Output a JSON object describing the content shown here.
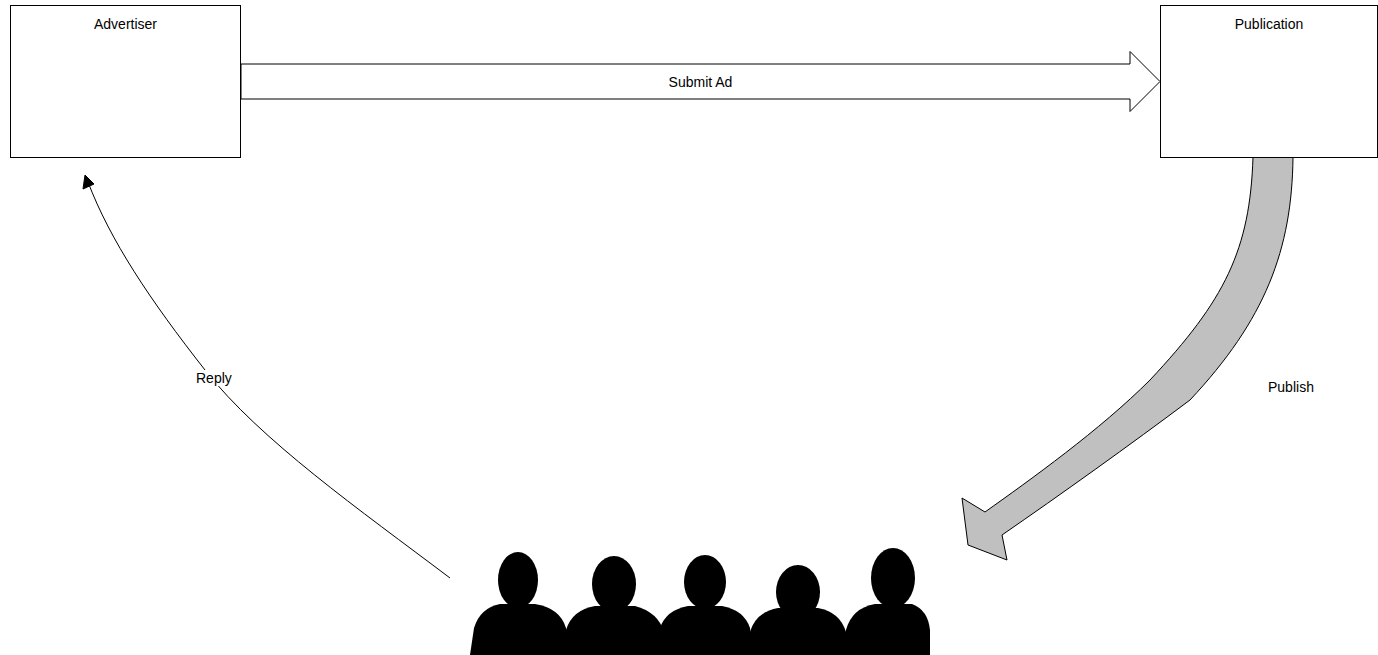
{
  "diagram": {
    "nodes": [
      {
        "text": [
          "Advertiser"
        ]
      },
      {
        "text": [
          "Publication"
        ]
      }
    ],
    "edges": [
      {
        "from": 0,
        "to": 1,
        "arrow": "to",
        "label": "Submit Ad"
      }
    ],
    "labels": [
      "Publish",
      "Reply"
    ]
  }
}
